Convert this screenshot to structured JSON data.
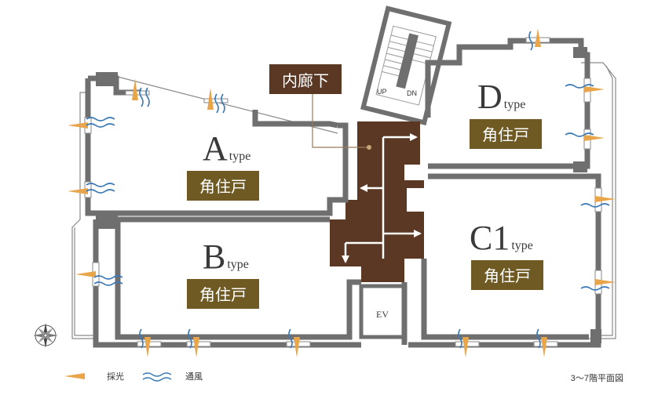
{
  "corridor_label": "内廊下",
  "units": [
    {
      "letter": "A",
      "suffix": "type",
      "badge": "角住戸"
    },
    {
      "letter": "B",
      "suffix": "type",
      "badge": "角住戸"
    },
    {
      "letter": "C1",
      "suffix": "type",
      "badge": "角住戸"
    },
    {
      "letter": "D",
      "suffix": "type",
      "badge": "角住戸"
    }
  ],
  "stair": {
    "up": "UP",
    "down": "DN"
  },
  "elevator": "EV",
  "legend": {
    "light": "採光",
    "wind": "通風"
  },
  "floor_caption": "3～7階平面図",
  "colors": {
    "wall": "#6f6f6f",
    "corridor": "#5b3824",
    "badge": "#6e5a22",
    "label_box": "#5b3824",
    "light_marker": "#e8a54a",
    "wind_marker": "#3b78b6"
  },
  "icons": [
    "compass-icon",
    "light-marker-icon",
    "wind-marker-icon",
    "door-arrow-icon"
  ]
}
